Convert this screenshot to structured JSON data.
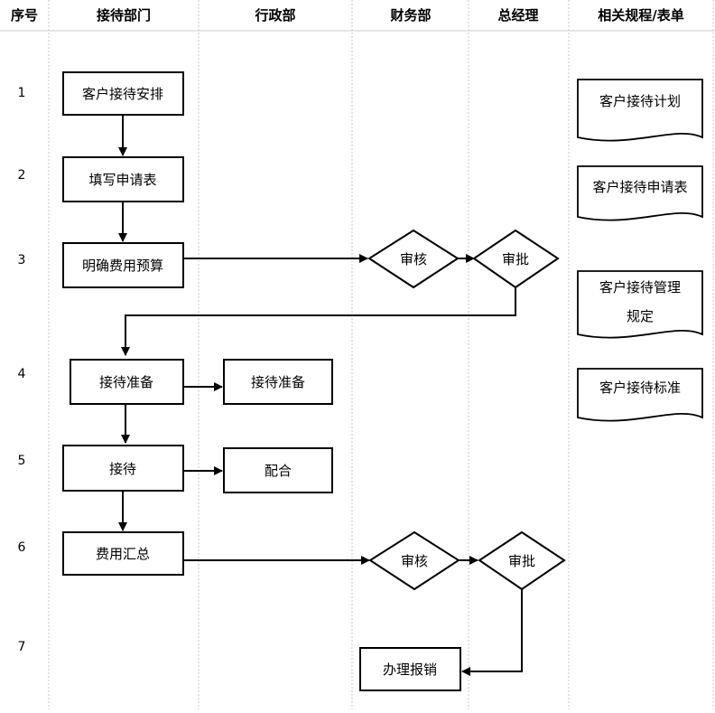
{
  "columns": [
    "序号",
    "接待部门",
    "行政部",
    "财务部",
    "总经理",
    "相关规程/表单"
  ],
  "row_numbers": [
    "1",
    "2",
    "3",
    "4",
    "5",
    "6",
    "7"
  ],
  "steps": {
    "s1": "客户接待安排",
    "s2": "填写申请表",
    "s3": "明确费用预算",
    "s4": "接待准备",
    "s4b": "接待准备",
    "s5": "接待",
    "s5b": "配合",
    "s6": "费用汇总",
    "s7": "办理报销"
  },
  "decisions": {
    "d3a": "审核",
    "d3b": "审批",
    "d6a": "审核",
    "d6b": "审批"
  },
  "documents": {
    "doc1": "客户接待计划",
    "doc2": "客户接待申请表",
    "doc3_line1": "客户接待管理",
    "doc3_line2": "规定",
    "doc4": "客户接待标准"
  }
}
